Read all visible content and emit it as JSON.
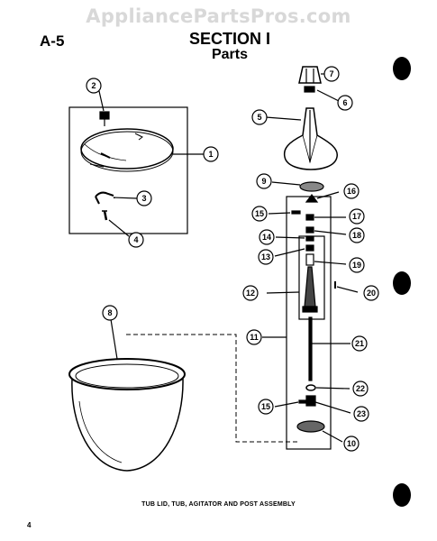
{
  "watermark": "AppliancePartsPros.com",
  "page_code": "A-5",
  "section_title": "SECTION I",
  "section_subtitle": "Parts",
  "caption": "TUB LID, TUB, AGITATOR AND POST ASSEMBLY",
  "page_number": "4",
  "callouts": [
    "1",
    "2",
    "3",
    "4",
    "5",
    "6",
    "7",
    "8",
    "9",
    "10",
    "11",
    "12",
    "13",
    "14",
    "15",
    "16",
    "17",
    "18",
    "19",
    "20",
    "21",
    "22",
    "15",
    "23"
  ]
}
